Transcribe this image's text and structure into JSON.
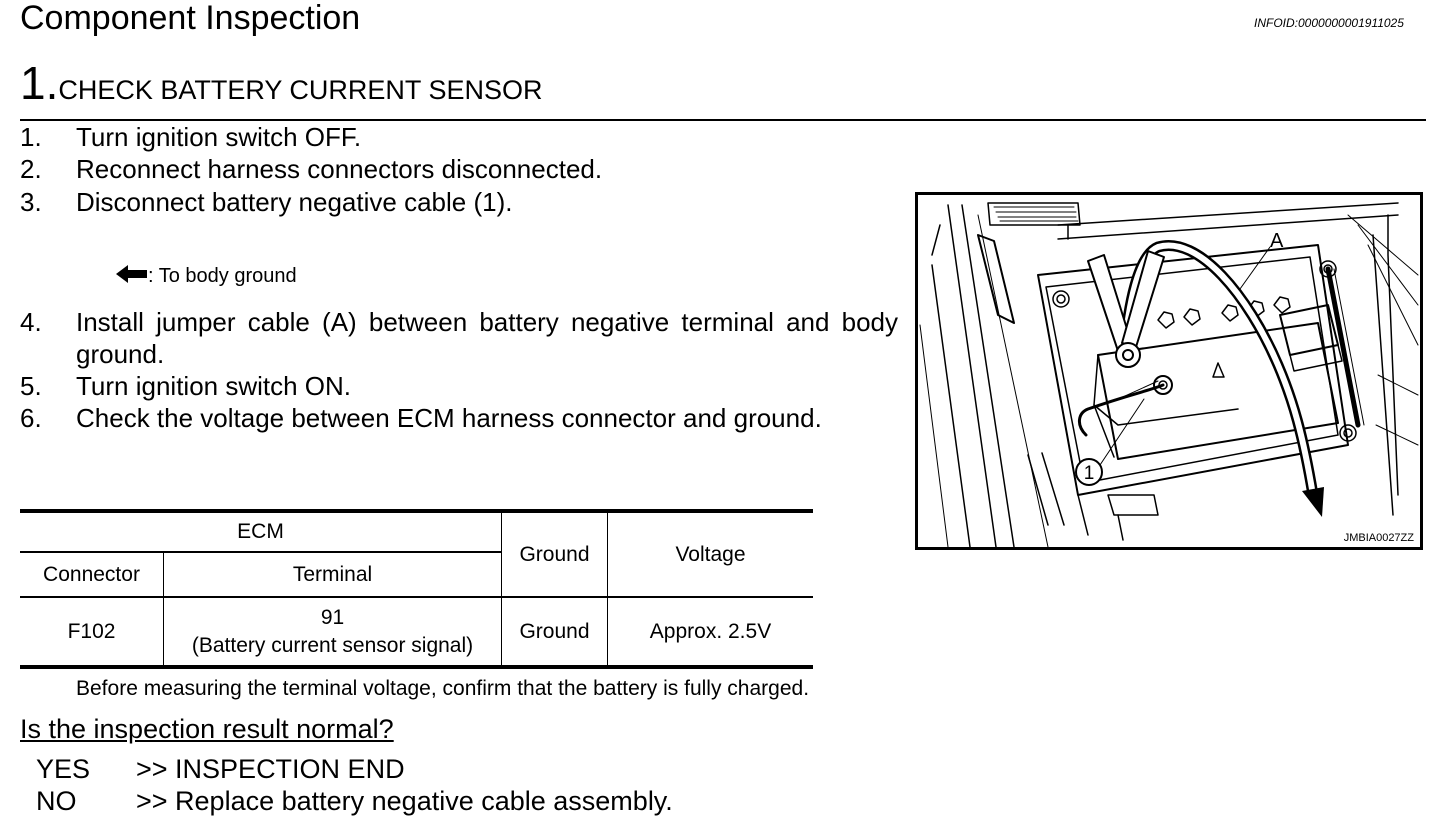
{
  "header": {
    "title": "Component Inspection",
    "info_id": "INFOID:0000000001911025"
  },
  "section": {
    "number": "1.",
    "title": "CHECK BATTERY CURRENT SENSOR"
  },
  "steps": [
    {
      "num": "1.",
      "text": "Turn ignition switch OFF."
    },
    {
      "num": "2.",
      "text": "Reconnect harness connectors disconnected."
    },
    {
      "num": "3.",
      "text": "Disconnect battery negative cable (1)."
    },
    {
      "num": "4.",
      "text": "Install jumper cable (A) between battery negative terminal and body ground."
    },
    {
      "num": "5.",
      "text": "Turn ignition switch ON."
    },
    {
      "num": "6.",
      "text": "Check the voltage between ECM harness connector and ground."
    }
  ],
  "arrow_note": ": To body ground",
  "table": {
    "group_header": "ECM",
    "headers": {
      "connector": "Connector",
      "terminal": "Terminal",
      "ground": "Ground",
      "voltage": "Voltage"
    },
    "row": {
      "connector": "F102",
      "terminal_number": "91",
      "terminal_desc": "(Battery current sensor signal)",
      "ground": "Ground",
      "voltage": "Approx. 2.5V"
    }
  },
  "note": "Before measuring the terminal voltage, confirm that the battery is fully charged.",
  "question": "Is the inspection result normal?",
  "answers": [
    {
      "key": "YES",
      "value": ">> INSPECTION END"
    },
    {
      "key": "NO",
      "value": ">> Replace battery negative cable assembly."
    }
  ],
  "figure": {
    "label_a": "A",
    "label_1": "1",
    "code": "JMBIA0027ZZ"
  }
}
